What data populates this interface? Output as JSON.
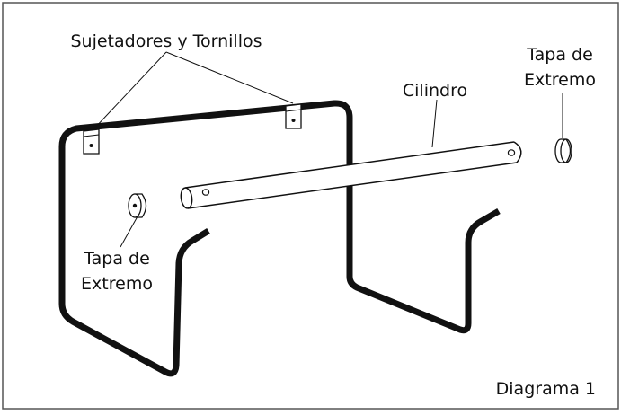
{
  "labels": {
    "fasteners": "Sujetadores y Tornillos",
    "cylinder": "Cilindro",
    "end_cap_right_line1": "Tapa de",
    "end_cap_right_line2": "Extremo",
    "end_cap_left_line1": "Tapa de",
    "end_cap_left_line2": "Extremo",
    "caption": "Diagrama 1"
  },
  "colors": {
    "line": "#111111",
    "background": "#ffffff",
    "frame": "#555555"
  }
}
